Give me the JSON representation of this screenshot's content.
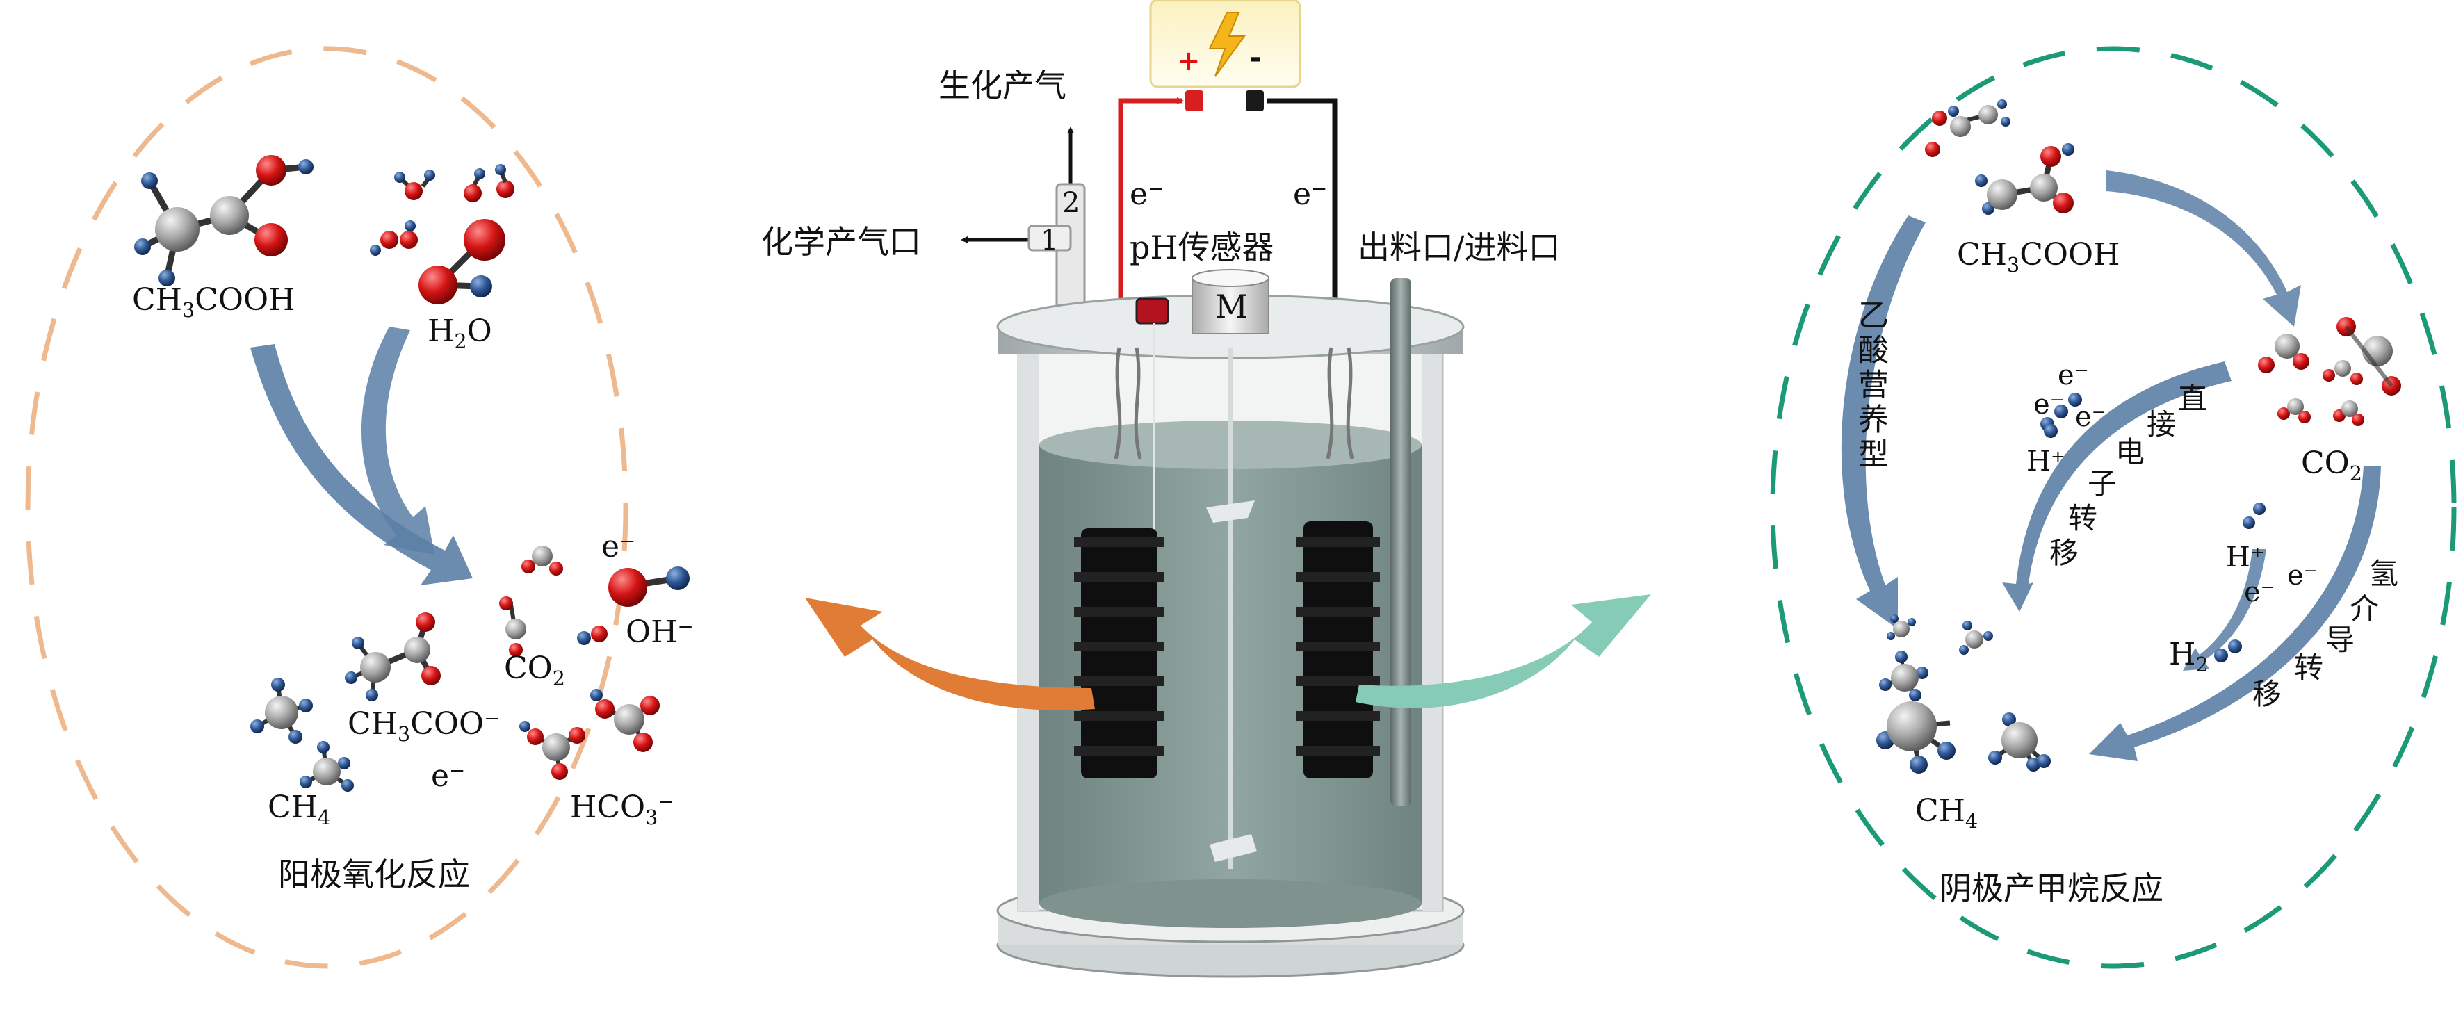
{
  "anode_panel": {
    "title": "阳极氧化反应",
    "molecules": {
      "acetic_acid": "CH3COOH",
      "water": "H2O",
      "co2": "CO2",
      "oh": "OH⁻",
      "acetate": "CH3COO⁻",
      "methane": "CH4",
      "bicarbonate": "HCO3⁻",
      "electron_a": "e⁻",
      "electron_b": "e⁻"
    },
    "colors": {
      "circle": "#efb98f",
      "arrow": "#5b7fa6"
    }
  },
  "reactor": {
    "power_plus": "+",
    "power_minus": "-",
    "bio_gas": "生化产气",
    "chem_gas_port": "化学产气口",
    "port_1": "1",
    "port_2": "2",
    "electron_left": "e⁻",
    "electron_right": "e⁻",
    "ph_sensor": "pH传感器",
    "motor": "M",
    "feed_port": "出料口/进料口",
    "colors": {
      "liquid": "#849a95",
      "wire_red": "#d81e1e",
      "wire_black": "#111111",
      "left_arrow": "#e07c35",
      "right_arrow": "#85cbb5"
    }
  },
  "cathode_panel": {
    "title": "阴极产甲烷反应",
    "molecules": {
      "acetic_acid": "CH3COOH",
      "co2": "CO2",
      "methane": "CH4",
      "h2": "H2",
      "hplus_a": "H⁺",
      "hplus_b": "H⁺",
      "electron_1": "e⁻",
      "electron_2": "e⁻",
      "electron_3": "e⁻",
      "electron_4": "e⁻",
      "electron_5": "e⁻"
    },
    "pathways": {
      "acetoclastic": "乙酸营养型",
      "direct_transfer": [
        "直",
        "接",
        "电",
        "子",
        "转",
        "移"
      ],
      "hydrogen_transfer": [
        "氢",
        "介",
        "导",
        "转",
        "移"
      ]
    },
    "colors": {
      "circle": "#1c9a78",
      "arrow": "#5b7fa6"
    }
  }
}
